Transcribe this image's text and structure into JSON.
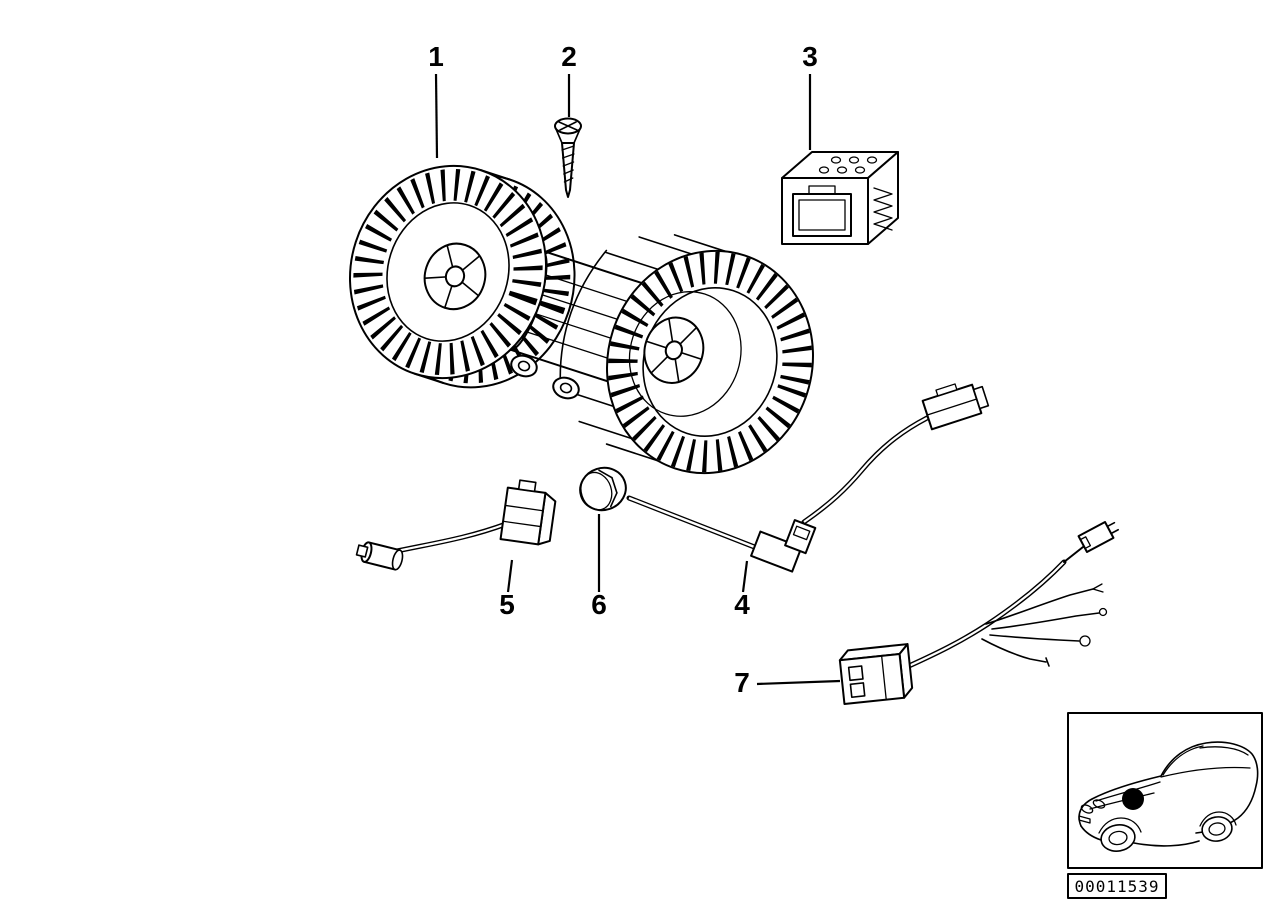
{
  "colors": {
    "background": "#ffffff",
    "line": "#000000"
  },
  "diagram": {
    "callouts": [
      {
        "label": "1",
        "part": "dual-cage-blower-motor"
      },
      {
        "label": "2",
        "part": "screw"
      },
      {
        "label": "3",
        "part": "resistor-module"
      },
      {
        "label": "4",
        "part": "sensor-probe-with-cable"
      },
      {
        "label": "5",
        "part": "temperature-sensor"
      },
      {
        "label": "6",
        "part": "grommet-cap"
      },
      {
        "label": "7",
        "part": "wiring-harness"
      }
    ],
    "drawing_number": "00011539"
  }
}
